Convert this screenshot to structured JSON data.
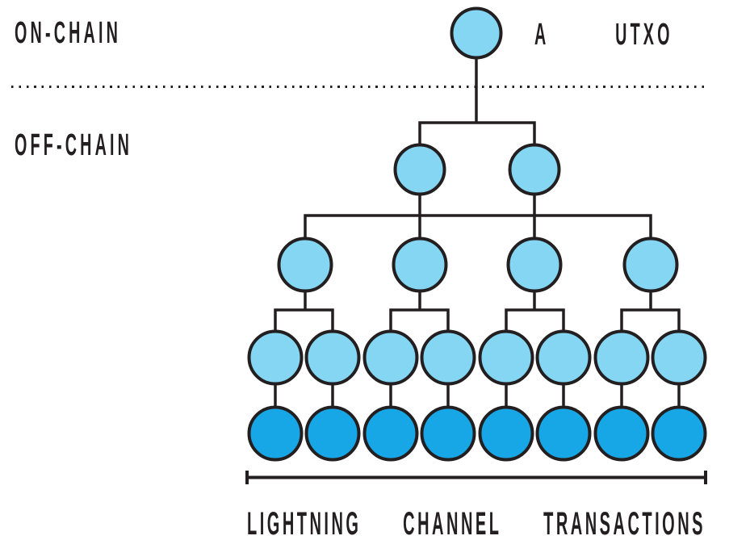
{
  "colors": {
    "node_light": "#84D6F2",
    "node_dark": "#18A7E6",
    "line": "#231F20",
    "text": "#231F20",
    "background": "#FFFFFF"
  },
  "labels": {
    "on_chain": "ON-CHAIN",
    "off_chain": "OFF-CHAIN",
    "root_annotation": "A UTXO",
    "bottom_caption": "LIGHTNING CHANNEL TRANSACTIONS",
    "bottom_caption_words": [
      "LIGHTNING",
      "CHANNEL",
      "TRANSACTIONS"
    ]
  },
  "tree": {
    "levels": [
      {
        "level": 1,
        "zone": "on-chain",
        "node_count": 1,
        "node_color": "light"
      },
      {
        "level": 2,
        "zone": "off-chain",
        "node_count": 2,
        "node_color": "light"
      },
      {
        "level": 3,
        "zone": "off-chain",
        "node_count": 4,
        "node_color": "light"
      },
      {
        "level": 4,
        "zone": "off-chain",
        "node_count": 8,
        "node_color": "light"
      },
      {
        "level": 5,
        "zone": "off-chain",
        "node_count": 8,
        "node_color": "dark"
      }
    ]
  }
}
